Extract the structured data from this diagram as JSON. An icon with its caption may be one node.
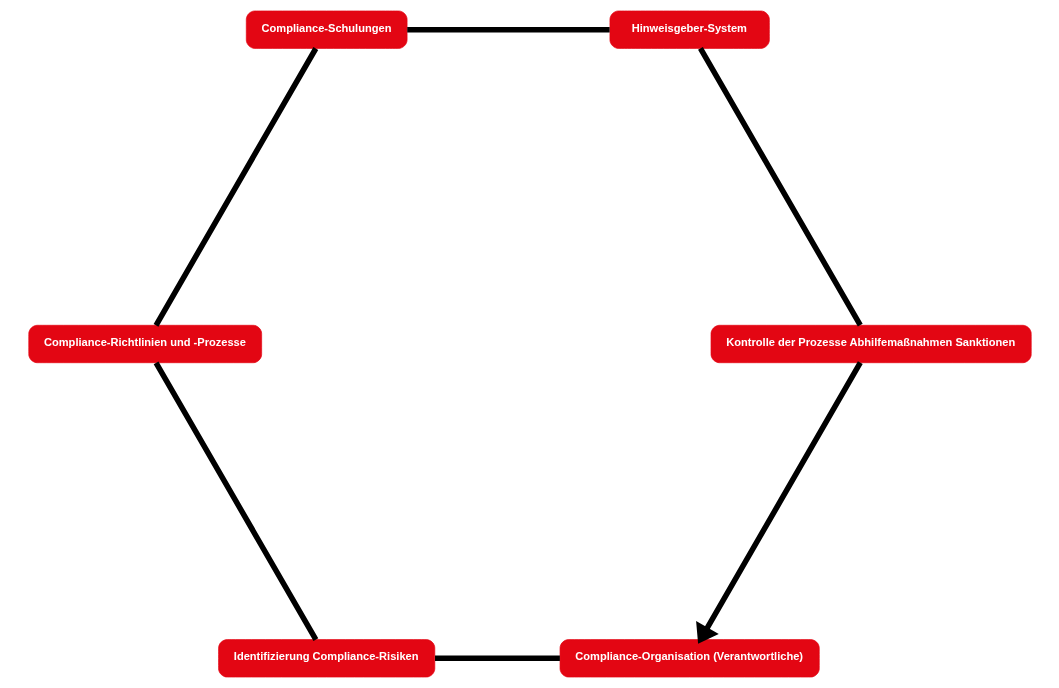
{
  "diagram": {
    "nodes": [
      {
        "text": [
          "Compliance-Organisation (Verantwortliche)"
        ]
      },
      {
        "text": [
          "Identifizierung Compliance-Risiken"
        ]
      },
      {
        "text": [
          "Compliance-Richtlinien und -Prozesse"
        ]
      },
      {
        "text": [
          "Compliance-Schulungen"
        ]
      },
      {
        "text": [
          "Hinweisgeber-System"
        ]
      },
      {
        "text": [
          "Kontrolle der Prozesse Abhilfemaßnahmen Sanktionen"
        ]
      }
    ],
    "edges": [
      {
        "from": 0,
        "to": 1,
        "arrow": "none"
      },
      {
        "from": 1,
        "to": 2,
        "arrow": "none"
      },
      {
        "from": 2,
        "to": 3,
        "arrow": "none"
      },
      {
        "from": 3,
        "to": 4,
        "arrow": "none"
      },
      {
        "from": 4,
        "to": 5,
        "arrow": "none"
      },
      {
        "from": 5,
        "to": 0,
        "arrow": "to"
      }
    ]
  }
}
